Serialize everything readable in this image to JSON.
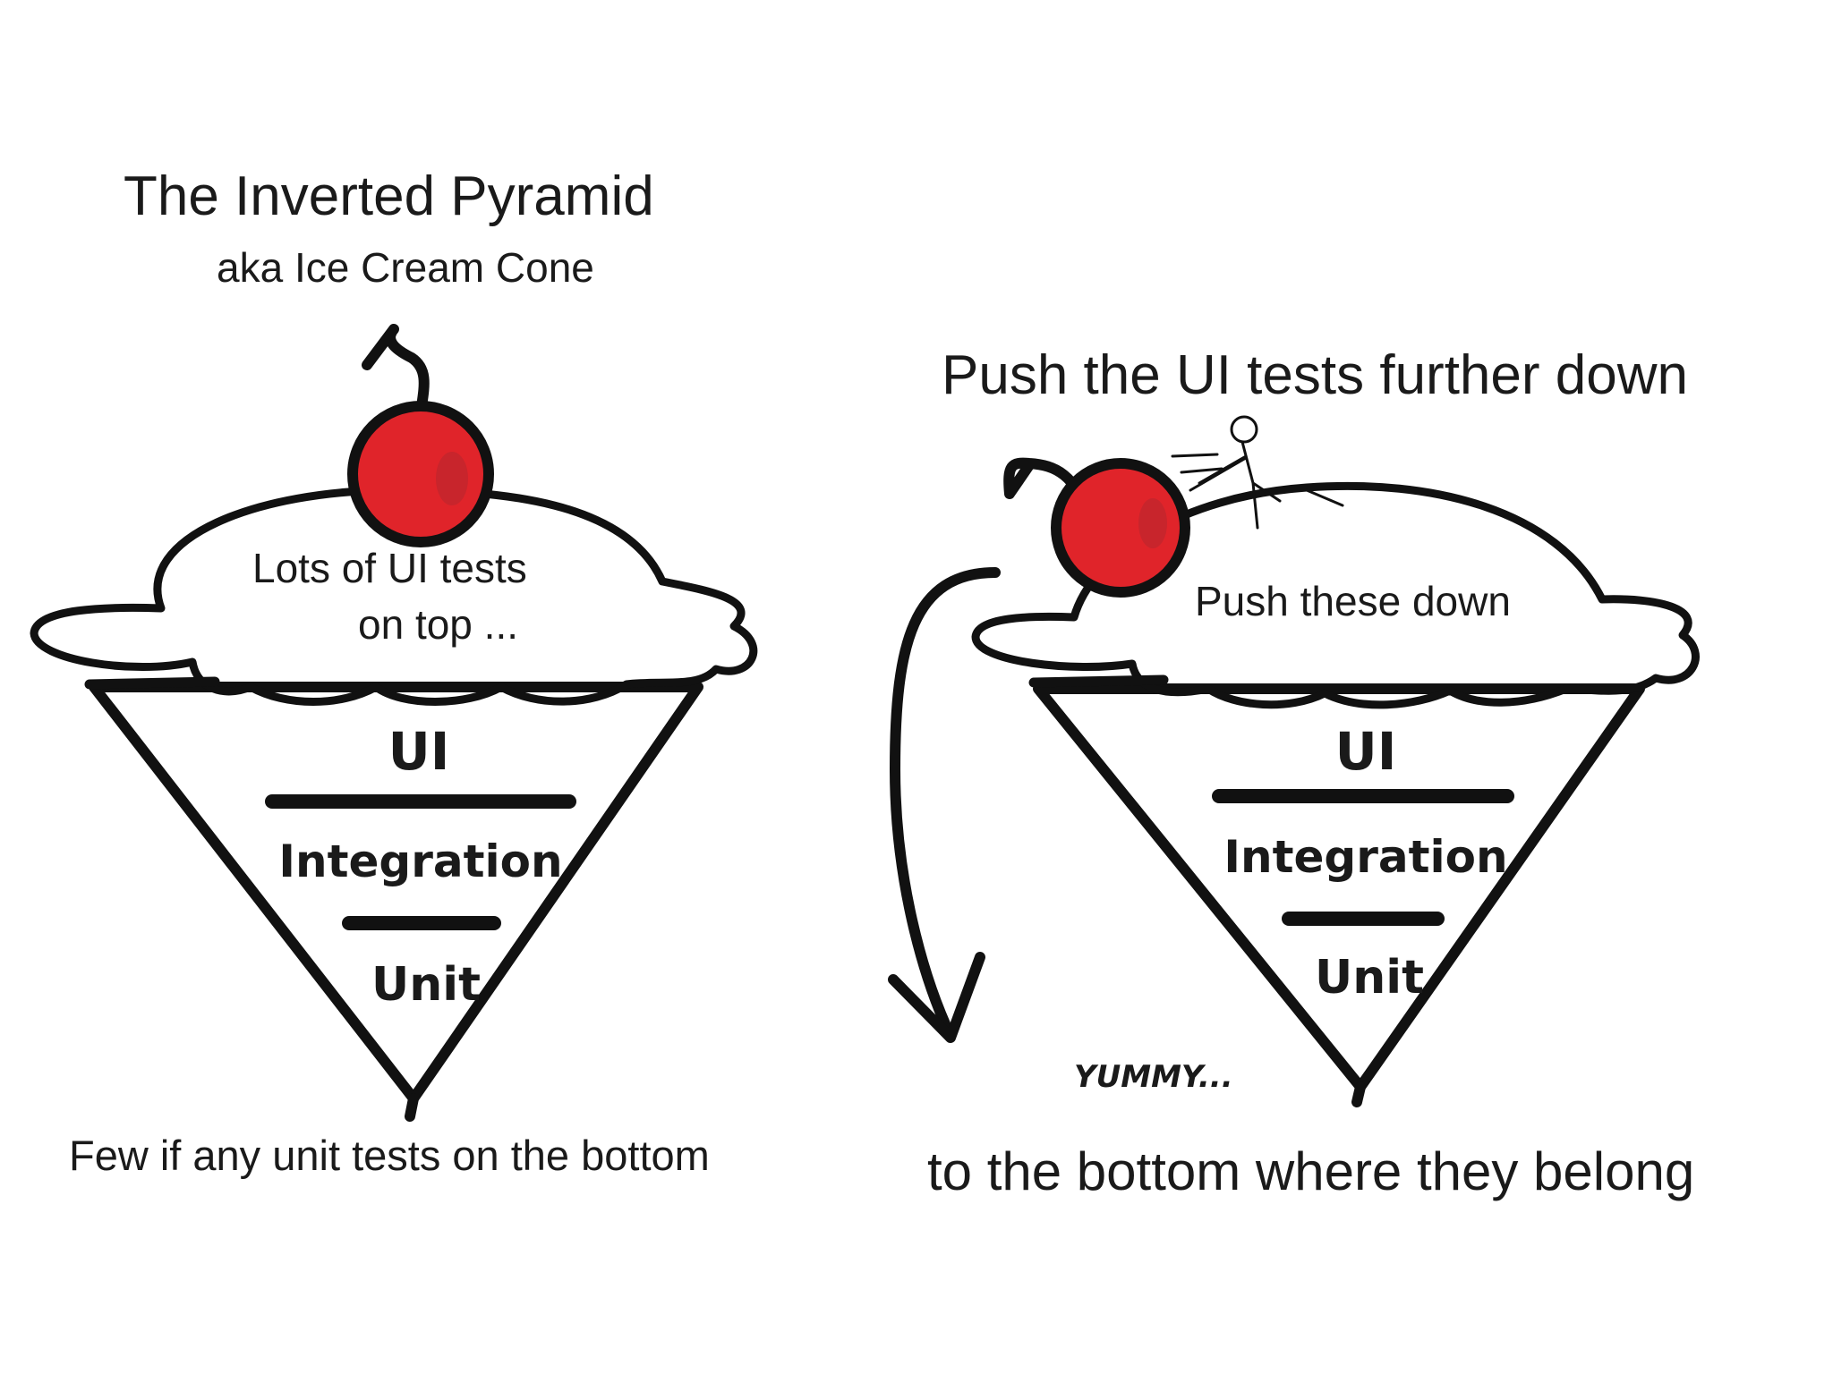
{
  "left": {
    "title": "The Inverted Pyramid",
    "subtitle": "aka Ice Cream Cone",
    "scoop_text_line1": "Lots of UI tests",
    "scoop_text_line2": "on top ...",
    "layers": [
      "UI",
      "Integration",
      "Unit"
    ],
    "caption": "Few if any unit tests on the bottom"
  },
  "right": {
    "title": "Push the UI tests further down",
    "scoop_text": "Push these down",
    "layers": [
      "UI",
      "Integration",
      "Unit"
    ],
    "yummy": "YUMMY...",
    "caption": "to the bottom where they belong"
  },
  "colors": {
    "cone": "#f7bd4f",
    "cherry": "#e0242a",
    "ink": "#111111",
    "cream": "#ffffff"
  }
}
